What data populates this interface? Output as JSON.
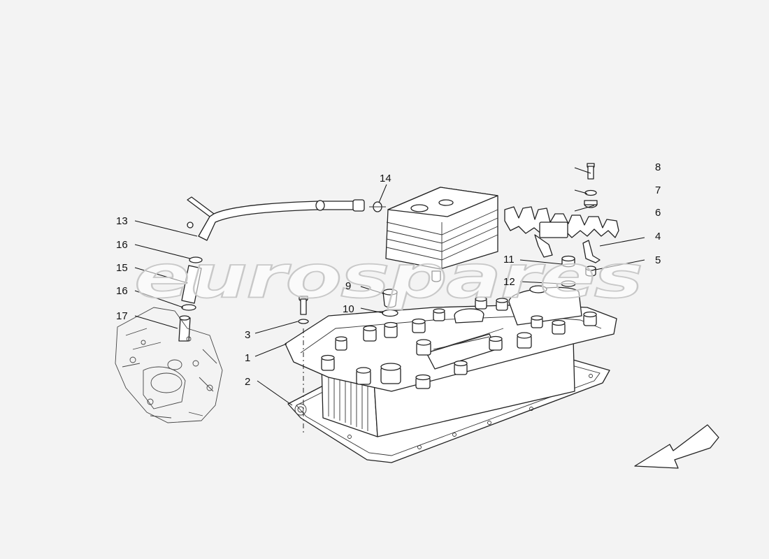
{
  "watermark": "eurospares",
  "callouts": [
    "1",
    "2",
    "3",
    "4",
    "5",
    "6",
    "7",
    "8",
    "9",
    "10",
    "11",
    "12",
    "13",
    "14",
    "15",
    "16",
    "16",
    "17"
  ]
}
